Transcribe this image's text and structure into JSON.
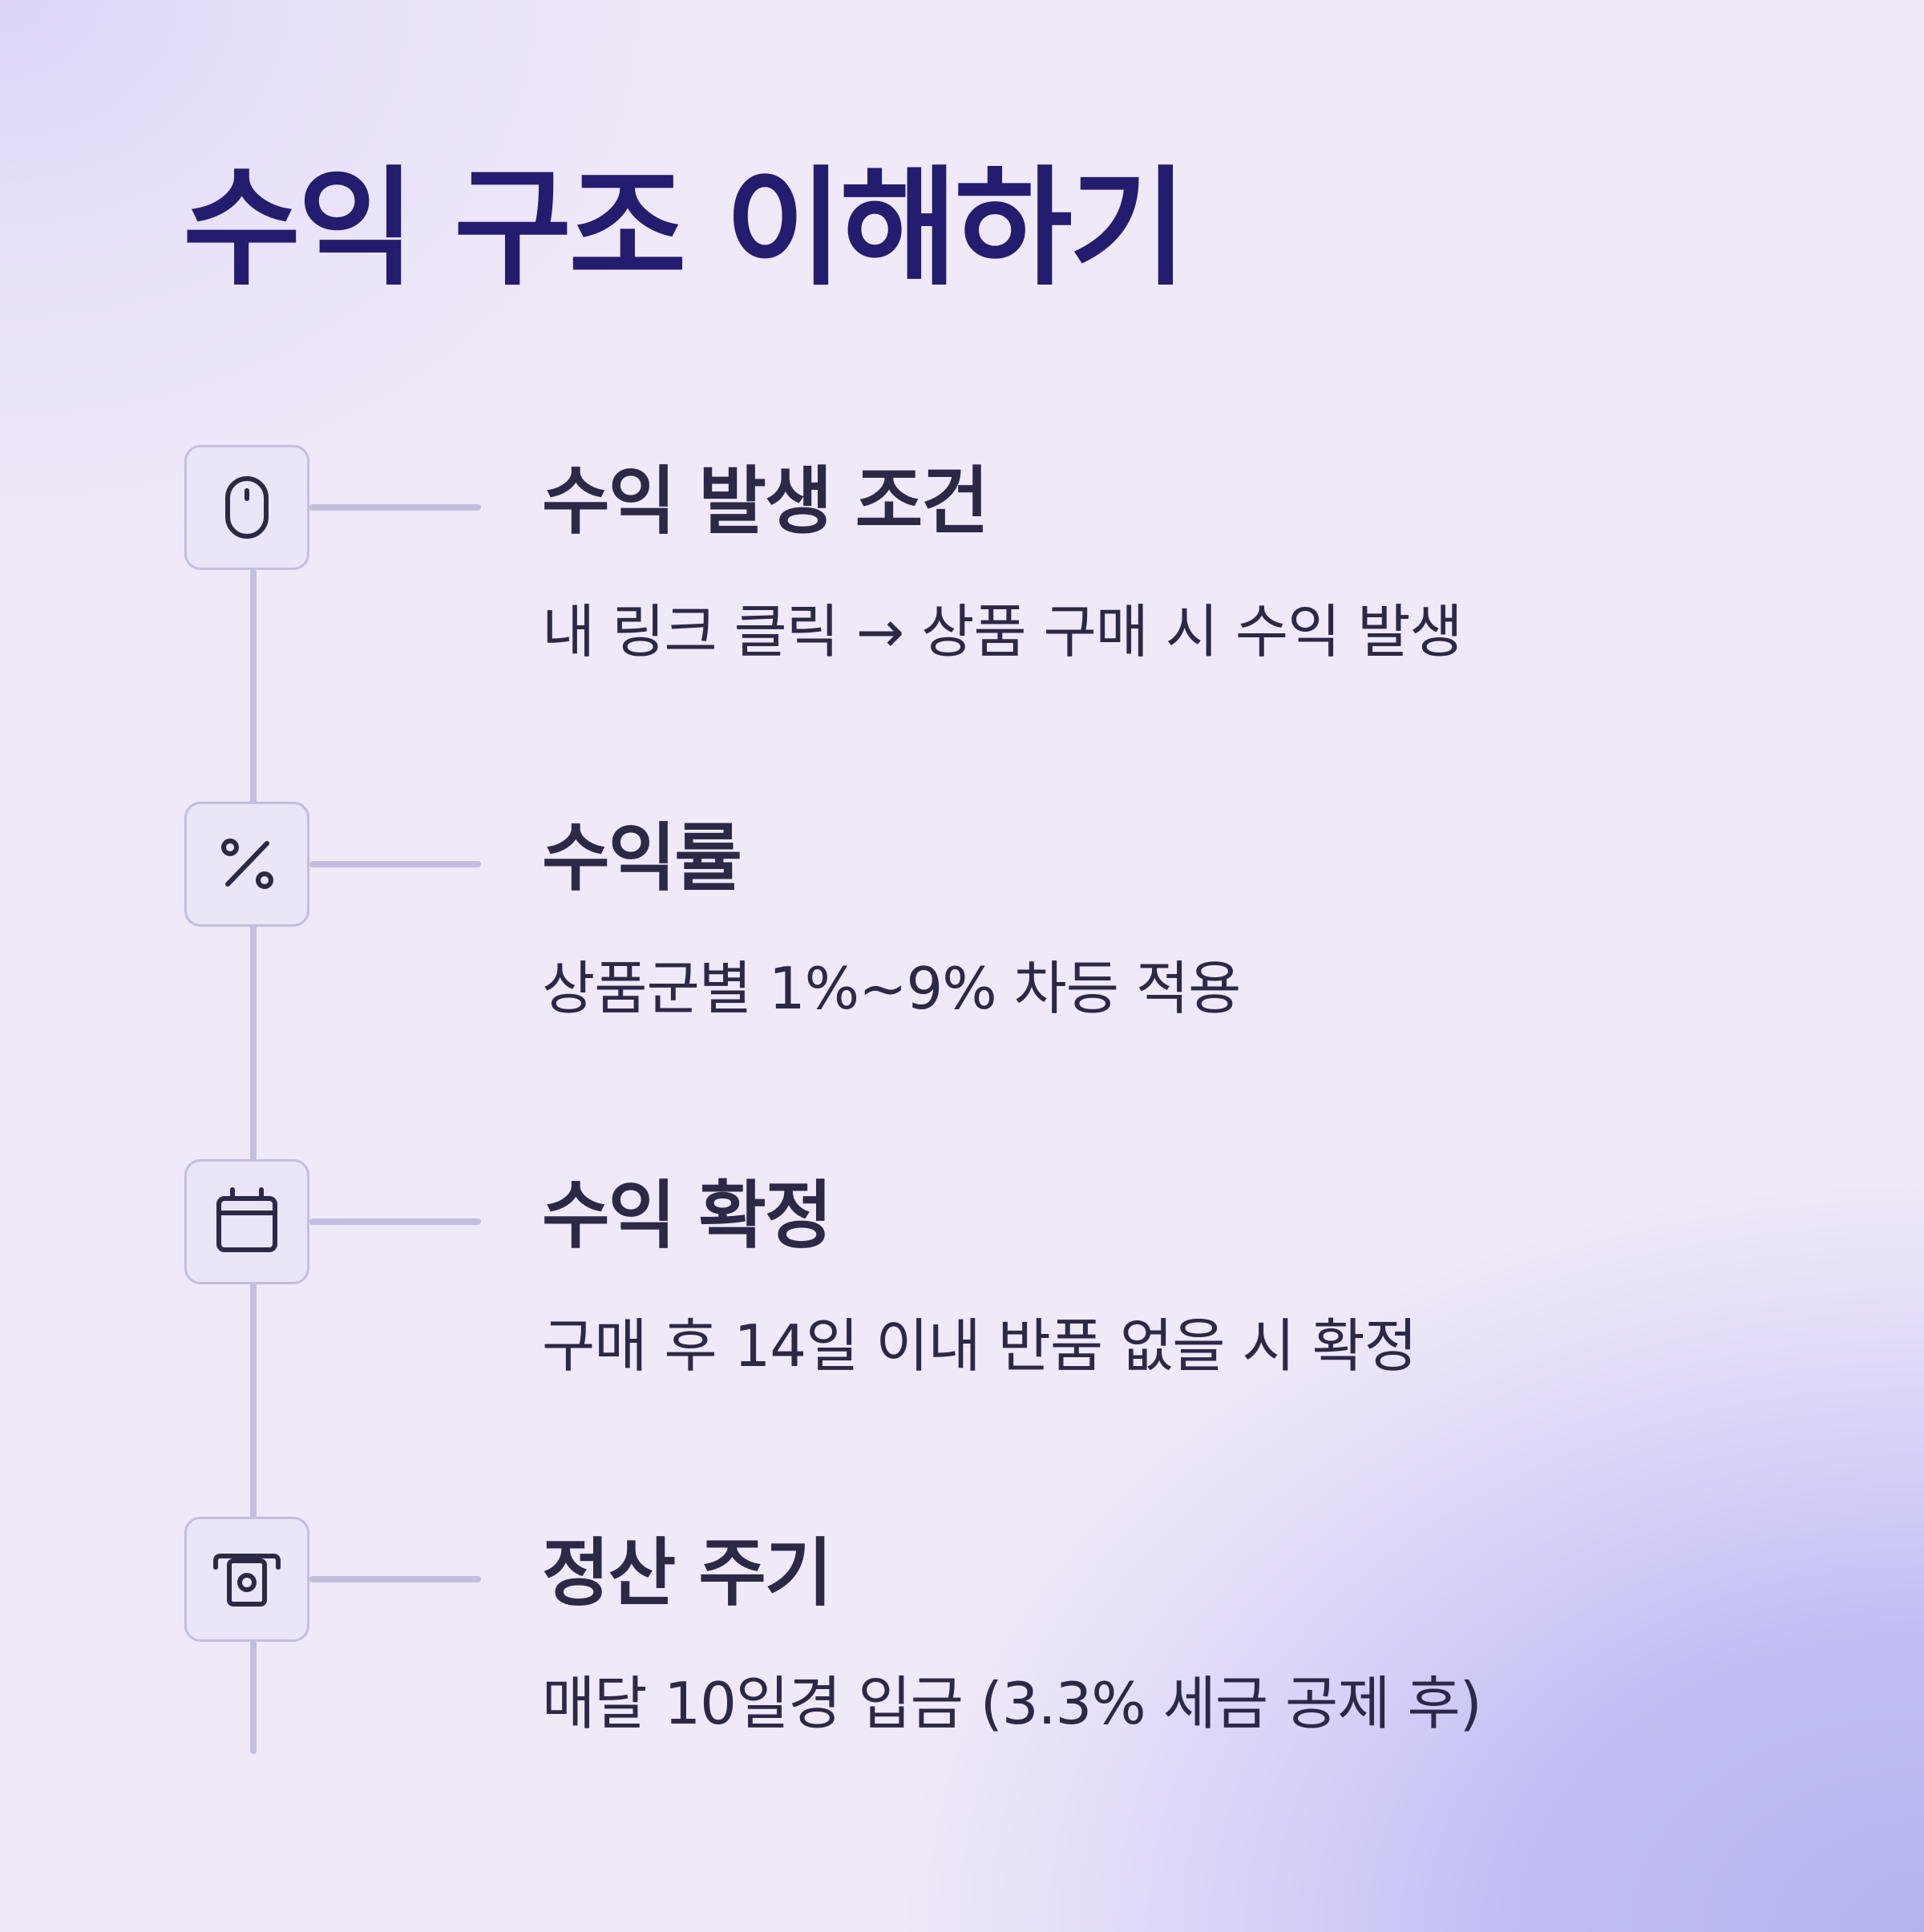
{
  "page": {
    "title": "수익 구조 이해하기"
  },
  "steps": [
    {
      "icon": "mouse-icon",
      "title": "수익 발생 조건",
      "description": "내 링크 클릭 → 상품 구매 시 수익 발생"
    },
    {
      "icon": "percent-icon",
      "title": "수익률",
      "description": "상품군별 1%~9% 차등 적용"
    },
    {
      "icon": "calendar-icon",
      "title": "수익 확정",
      "description": "구매 후 14일 이내 반품 없을 시 확정"
    },
    {
      "icon": "cash-withdrawal-icon",
      "title": "정산 주기",
      "description": "매달 10일경 입금 (3.3% 세금 공제 후)"
    }
  ],
  "colors": {
    "title": "#241c6e",
    "text": "#2c2947",
    "line": "#c2bedf",
    "icon_box_bg": "#ebe6f7",
    "icon_stroke": "#2c2947"
  }
}
